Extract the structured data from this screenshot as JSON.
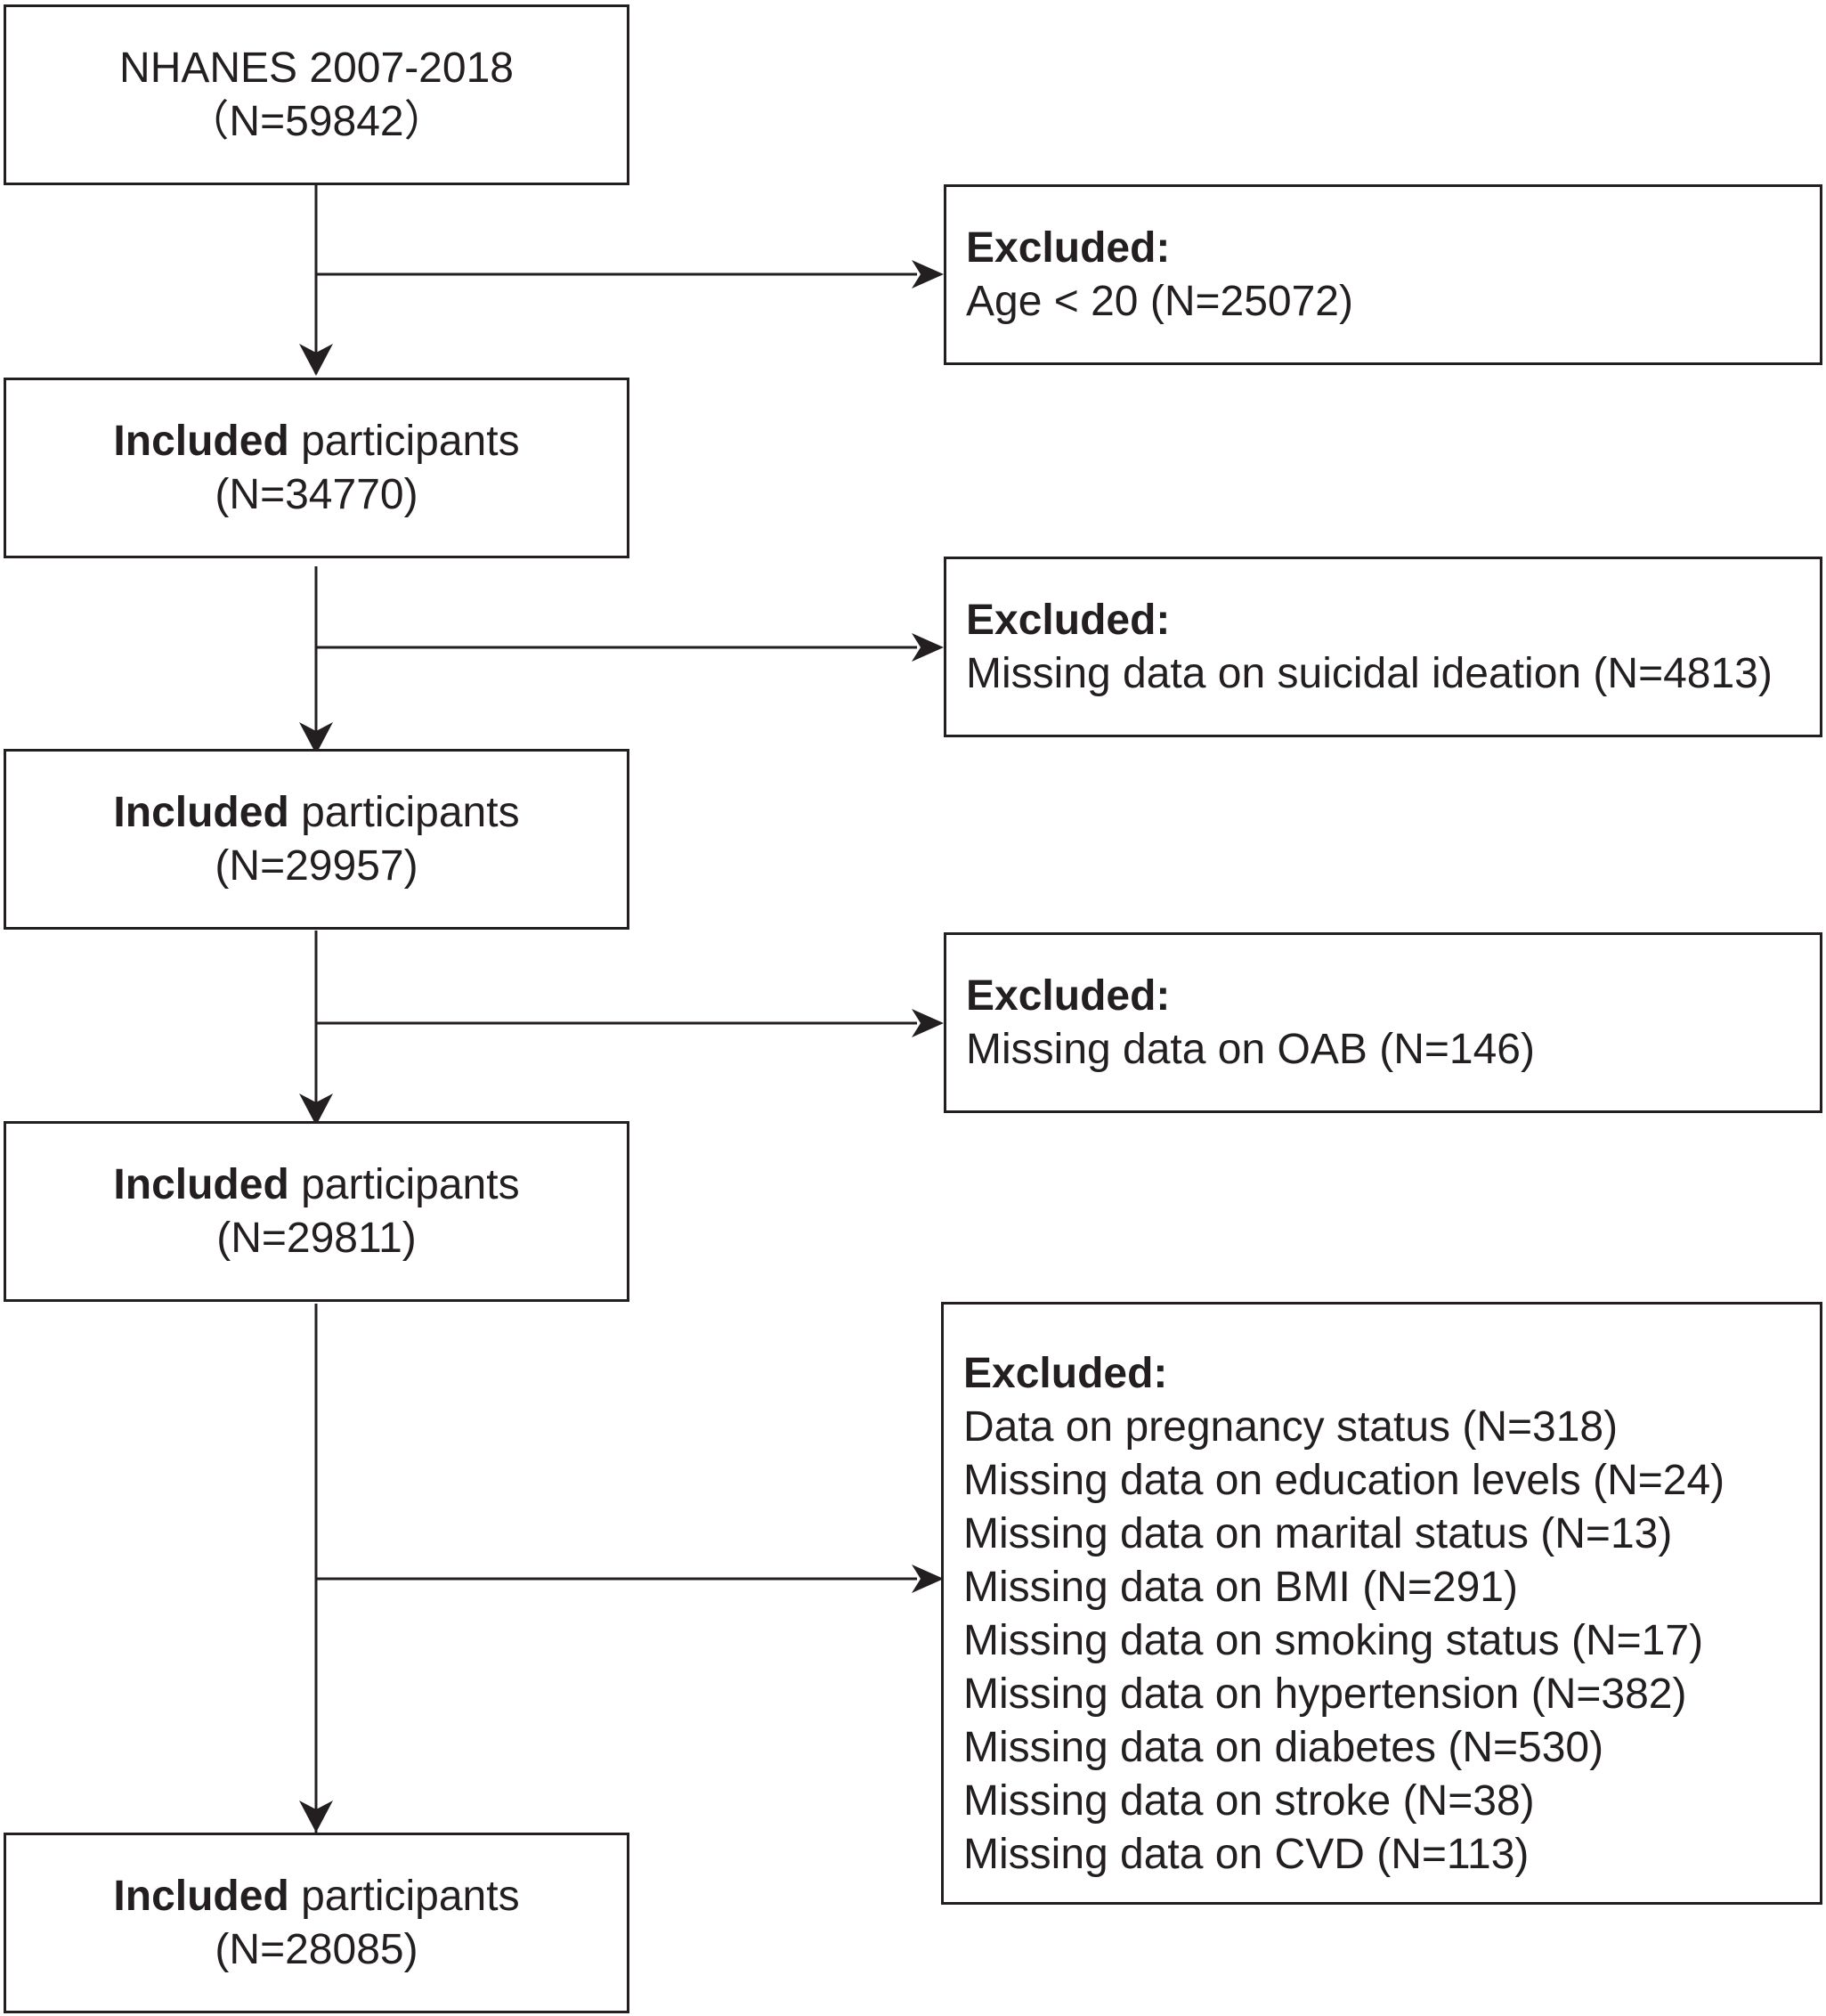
{
  "start": {
    "title": "NHANES 2007-2018",
    "count": "（N=59842）"
  },
  "included": [
    {
      "bold": "Included",
      "rest": " participants",
      "count": "(N=34770)"
    },
    {
      "bold": "Included",
      "rest": " participants",
      "count": "(N=29957)"
    },
    {
      "bold": "Included",
      "rest": " participants",
      "count": "(N=29811)"
    },
    {
      "bold": "Included",
      "rest": " participants",
      "count": "(N=28085)"
    }
  ],
  "excluded": [
    {
      "heading": "Excluded:",
      "items": [
        "Age < 20 (N=25072)"
      ]
    },
    {
      "heading": "Excluded:",
      "items": [
        "Missing data on suicidal ideation (N=4813)"
      ]
    },
    {
      "heading": "Excluded:",
      "items": [
        "Missing data on OAB (N=146)"
      ]
    },
    {
      "heading": "Excluded:",
      "items": [
        "Data on pregnancy status (N=318)",
        "Missing data on education levels (N=24)",
        "Missing data on marital status (N=13)",
        "Missing data on BMI (N=291)",
        "Missing data on smoking status (N=17)",
        "Missing data on hypertension (N=382)",
        "Missing data on diabetes (N=530)",
        "Missing data on stroke (N=38)",
        "Missing data on CVD (N=113)"
      ]
    }
  ]
}
